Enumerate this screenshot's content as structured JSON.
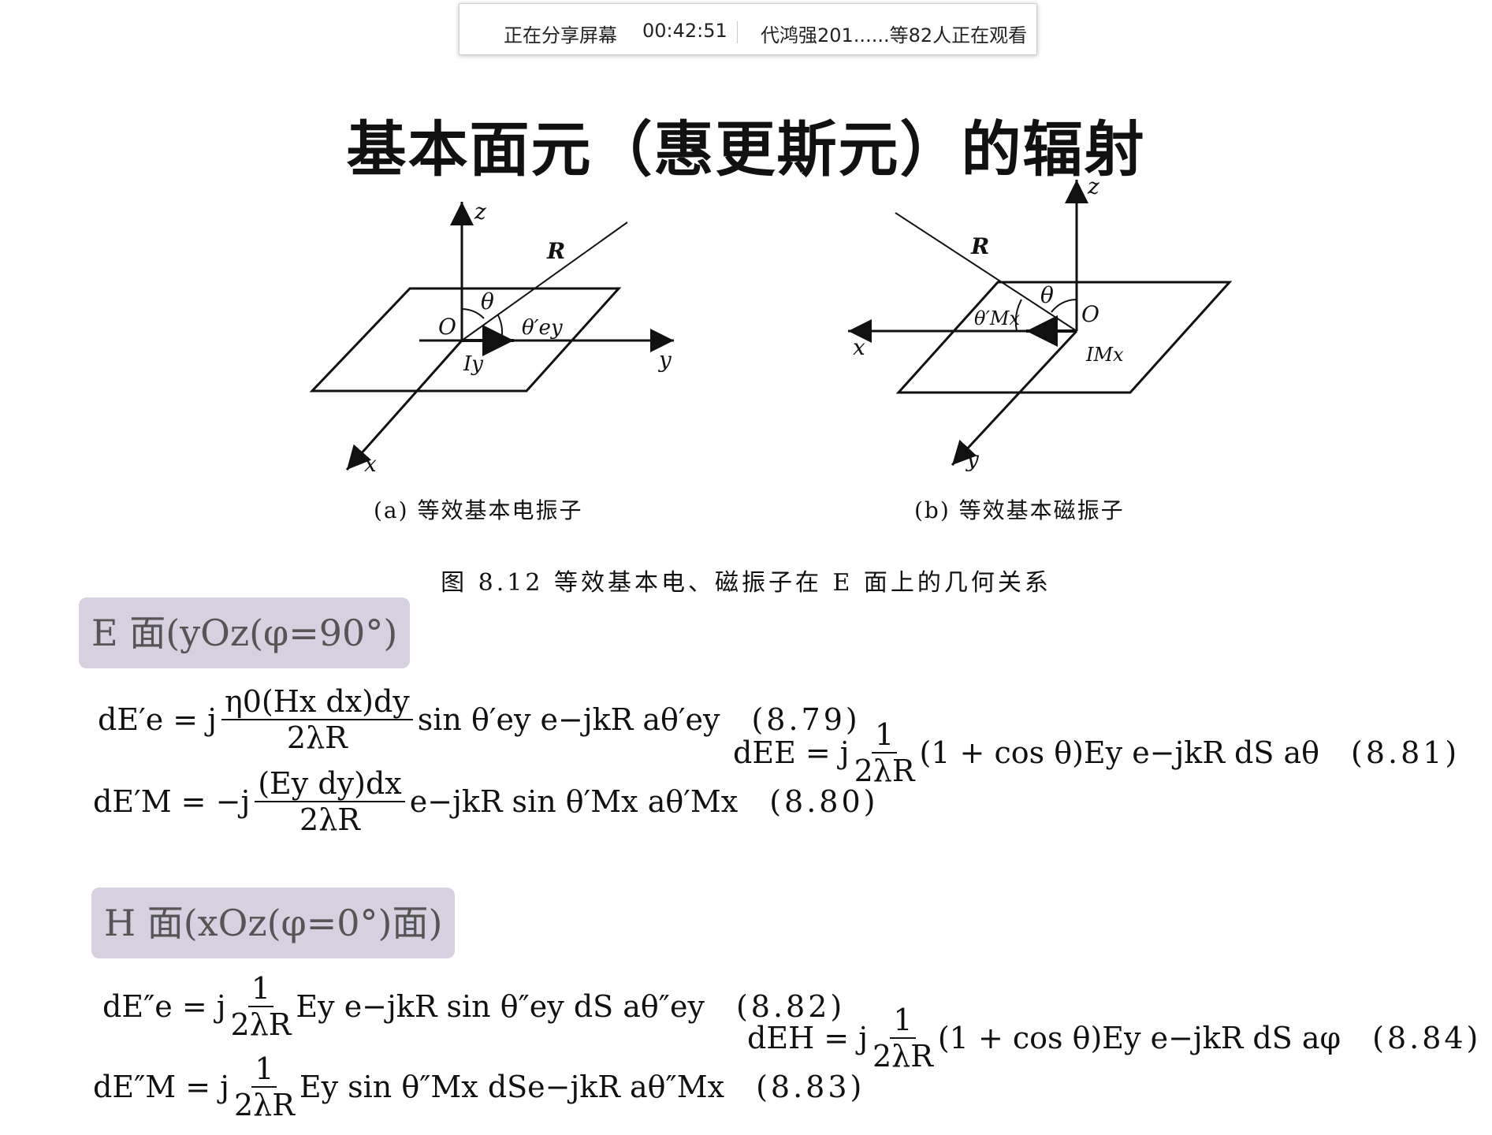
{
  "share_bar": {
    "status": "正在分享屏幕",
    "elapsed": "00:42:51",
    "viewers": "代鸿强201......等82人正在观看"
  },
  "slide": {
    "title": "基本面元（惠更斯元）的辐射",
    "figure": {
      "panel_a": {
        "caption": "(a) 等效基本电振子",
        "labels": {
          "z": "z",
          "y": "y",
          "x": "x",
          "R": "R",
          "theta": "θ",
          "O": "O",
          "theta_ey": "θ′ey",
          "I": "Iy"
        }
      },
      "panel_b": {
        "caption": "(b) 等效基本磁振子",
        "labels": {
          "z": "z",
          "y": "y",
          "x": "x",
          "R": "R",
          "theta": "θ",
          "O": "O",
          "theta_Mx": "θ′Mx",
          "I": "IMx"
        }
      },
      "caption": "图 8.12   等效基本电、磁振子在 E 面上的几何关系"
    },
    "sections": [
      {
        "badge": "E 面(yOz(φ=90°)",
        "equations": [
          {
            "lhs": "dE′e = j",
            "num": "η0(Hx dx)dy",
            "den": "2λR",
            "rest": "sin θ′ey e−jkR aθ′ey",
            "no": "(8.79)"
          },
          {
            "lhs": "dE′M = −j",
            "num": "(Ey dy)dx",
            "den": "2λR",
            "rest": "e−jkR sin θ′Mx aθ′Mx",
            "no": "(8.80)"
          },
          {
            "lhs": "dEE = j",
            "num": "1",
            "den": "2λR",
            "rest": "(1 + cos θ)Ey e−jkR dS aθ",
            "no": "(8.81)"
          }
        ]
      },
      {
        "badge": "H 面(xOz(φ=0°)面)",
        "equations": [
          {
            "lhs": "dE″e = j",
            "num": "1",
            "den": "2λR",
            "rest": "Ey e−jkR sin θ″ey dS aθ″ey",
            "no": "(8.82)"
          },
          {
            "lhs": "dE″M = j",
            "num": "1",
            "den": "2λR",
            "rest": "Ey sin θ″Mx dSe−jkR aθ″Mx",
            "no": "(8.83)"
          },
          {
            "lhs": "dEH = j",
            "num": "1",
            "den": "2λR",
            "rest": "(1 + cos θ)Ey e−jkR dS aφ",
            "no": "(8.84)"
          }
        ]
      }
    ]
  }
}
